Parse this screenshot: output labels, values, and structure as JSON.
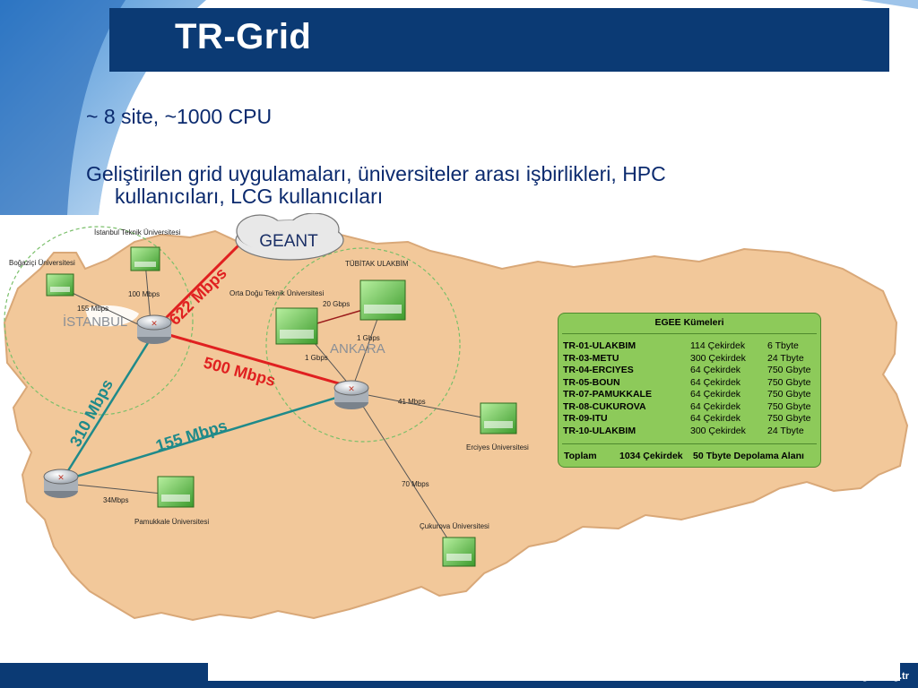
{
  "slide": {
    "title": "TR-Grid",
    "bullets": [
      "~ 8 site, ~1000 CPU",
      "Geliştirilen grid uygulamaları, üniversiteler arası işbirlikleri, HPC",
      "kullanıcıları, LCG kullanıcıları"
    ],
    "footer_url": "grid.org.tr"
  },
  "map": {
    "geant_label": "GEANT",
    "cities": {
      "istanbul": "İSTANBUL",
      "ankara": "ANKARA"
    },
    "sites": {
      "itu": "İstanbul Teknik Üniversitesi",
      "bogazici": "Boğaziçi Üniversitesi",
      "metu": "Orta Doğu Teknik Üniversitesi",
      "ulakbim": "TÜBİTAK ULAKBİM",
      "erciyes": "Erciyes Üniversitesi",
      "pamukkale": "Pamukkale Üniversitesi",
      "cukurova": "Çukurova Üniversitesi"
    },
    "links": {
      "geant": "622 Mbps",
      "ist_ank": "500 Mbps",
      "ist_izm": "310 Mbps",
      "izm_ank": "155 Mbps",
      "bogazici": "155 Mbps",
      "itu": "100 Mbps",
      "metu": "20 Gbps",
      "ulakbim_a": "1 Gbps",
      "ulakbim_b": "1 Gbps",
      "erciyes": "41 Mbps",
      "pamukkale": "34Mbps",
      "cukurova": "70 Mbps"
    }
  },
  "egee": {
    "title": "EGEE Kümeleri",
    "rows": [
      {
        "site": "TR-01-ULAKBIM",
        "cores": "114 Çekirdek",
        "storage": "6 Tbyte"
      },
      {
        "site": "TR-03-METU",
        "cores": "300 Çekirdek",
        "storage": "24 Tbyte"
      },
      {
        "site": "TR-04-ERCIYES",
        "cores": "64 Çekirdek",
        "storage": "750 Gbyte"
      },
      {
        "site": "TR-05-BOUN",
        "cores": "64 Çekirdek",
        "storage": "750 Gbyte"
      },
      {
        "site": "TR-07-PAMUKKALE",
        "cores": "64 Çekirdek",
        "storage": "750 Gbyte"
      },
      {
        "site": "TR-08-CUKUROVA",
        "cores": "64 Çekirdek",
        "storage": "750 Gbyte"
      },
      {
        "site": "TR-09-ITU",
        "cores": "64 Çekirdek",
        "storage": "750 Gbyte"
      },
      {
        "site": "TR-10-ULAKBIM",
        "cores": "300 Çekirdek",
        "storage": "24 Tbyte"
      }
    ],
    "total": {
      "label": "Toplam",
      "cores": "1034 Çekirdek",
      "storage": "50 Tbyte Depolama Alanı"
    }
  },
  "colors": {
    "title_bar": "#0b3a74",
    "map_fill": "#f2c89a",
    "link_red": "#e02020",
    "link_teal": "#1f8a8a",
    "panel_green": "#8dca5a"
  }
}
